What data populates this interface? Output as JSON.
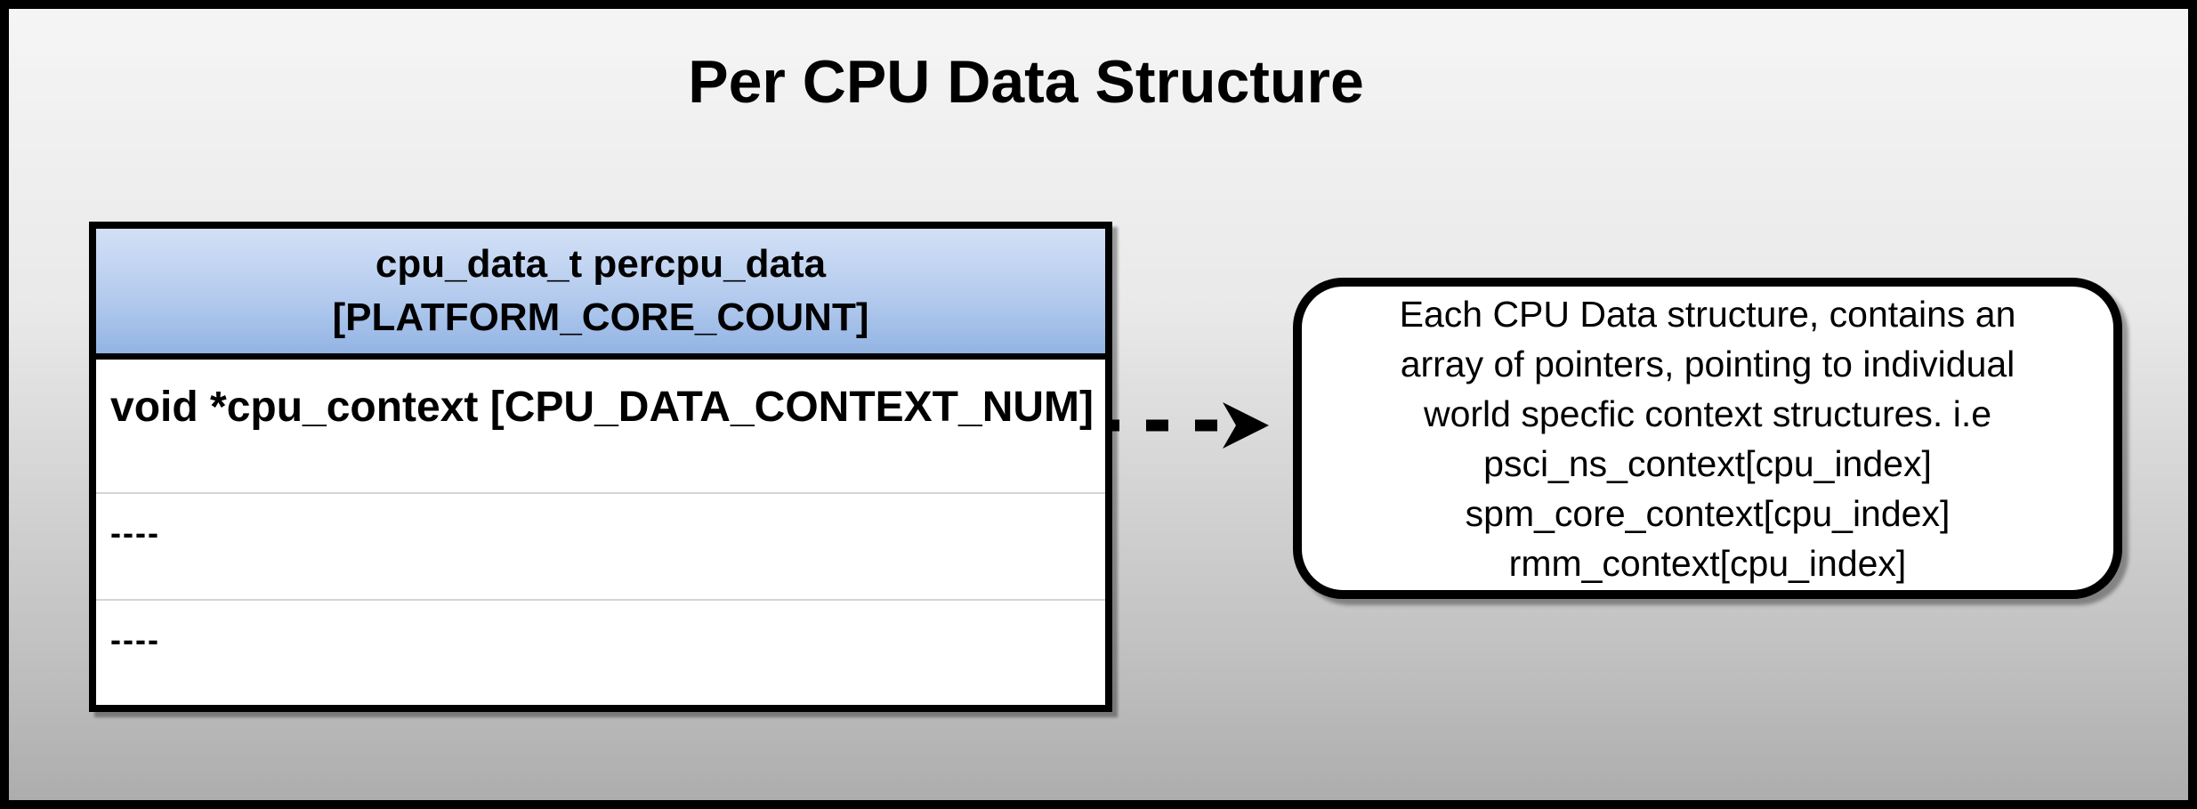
{
  "title": "Per CPU Data Structure",
  "table": {
    "header": {
      "line1": "cpu_data_t percpu_data",
      "line2": "[PLATFORM_CORE_COUNT]"
    },
    "rows": [
      {
        "text": "void *cpu_context [CPU_DATA_CONTEXT_NUM]"
      },
      {
        "text": "----"
      },
      {
        "text": "----"
      }
    ]
  },
  "callout": {
    "lines": [
      "Each CPU Data structure, contains an",
      "array of pointers, pointing to individual",
      "world specfic context structures. i.e",
      "psci_ns_context[cpu_index]",
      "spm_core_context[cpu_index]",
      "rmm_context[cpu_index]"
    ]
  },
  "connector": {
    "type": "dashed-arrow",
    "direction": "right"
  },
  "colors": {
    "outline": "#000000",
    "background_top": "#f5f5f5",
    "background_bottom": "#adadad",
    "header_gradient_top": "#d2e0f6",
    "header_gradient_bottom": "#92b4e3",
    "table_background": "#ffffff",
    "callout_background": "#ffffff",
    "row_divider": "#d4d4d4",
    "text": "#000000"
  }
}
